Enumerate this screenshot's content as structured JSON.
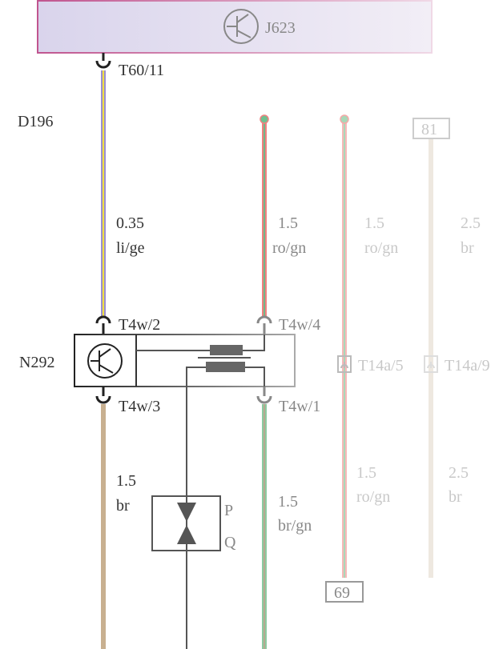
{
  "control_unit": {
    "id": "J623",
    "pin": "T60/11"
  },
  "ground_line": {
    "label": "D196"
  },
  "component": {
    "id": "N292",
    "pins": {
      "top_left": "T4w/2",
      "top_right": "T4w/4",
      "bottom_left": "T4w/3",
      "bottom_right": "T4w/1"
    }
  },
  "wires": {
    "w1": {
      "size": "0.35",
      "color": "li/ge"
    },
    "w2": {
      "size": "1.5",
      "color": "ro/gn"
    },
    "w3_top": {
      "size": "1.5",
      "color": "ro/gn"
    },
    "w4_top": {
      "size": "2.5",
      "color": "br"
    },
    "w3_bottom": {
      "size": "1.5",
      "color": "ro/gn"
    },
    "w4_bottom": {
      "size": "2.5",
      "color": "br"
    },
    "w5": {
      "size": "1.5",
      "color": "br"
    },
    "w6": {
      "size": "1.5",
      "color": "br/gn"
    }
  },
  "connectors": {
    "c1": "T14a/5",
    "c2": "T14a/9"
  },
  "refs": {
    "r1": "81",
    "r2": "69"
  },
  "valve": {
    "p": "P",
    "q": "Q"
  },
  "colors": {
    "ecu_border": "#c0558f",
    "ecu_fill": "#e2def0",
    "wire_yellow": "#f0e040",
    "wire_red": "#f08080",
    "wire_green": "#8ccaa0",
    "wire_brown": "#c8b090"
  }
}
